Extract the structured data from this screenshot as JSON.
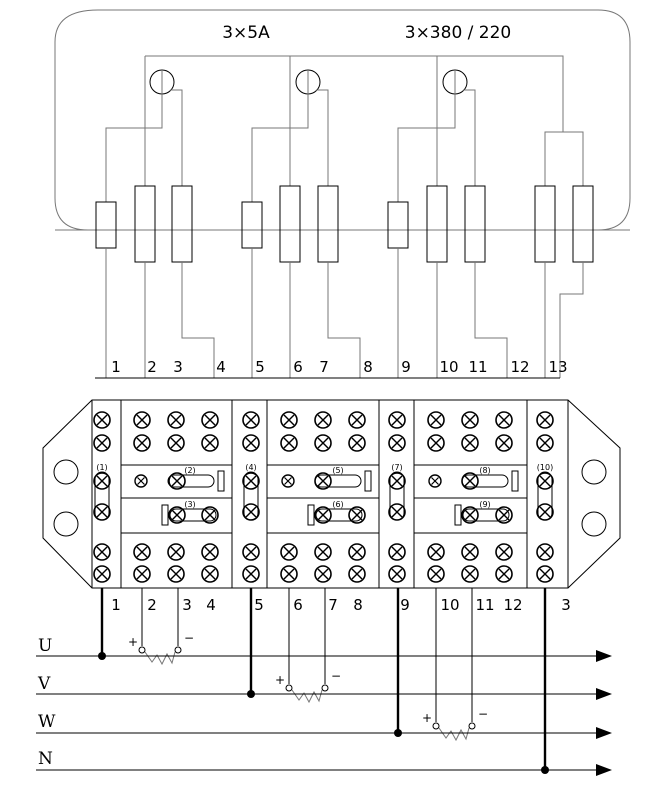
{
  "header": {
    "current_rating": "3×5A",
    "voltage_rating": "3×380 / 220"
  },
  "terminals_top": [
    "1",
    "2",
    "3",
    "4",
    "5",
    "6",
    "7",
    "8",
    "9",
    "10",
    "11",
    "12",
    "13"
  ],
  "terminals_bottom": [
    "1",
    "2",
    "3",
    "4",
    "5",
    "6",
    "7",
    "8",
    "9",
    "10",
    "11",
    "12",
    "3"
  ],
  "links": [
    "(1)",
    "(2)",
    "(3)",
    "(4)",
    "(5)",
    "(6)",
    "(7)",
    "(8)",
    "(9)",
    "(10)"
  ],
  "buses": [
    "U",
    "V",
    "W",
    "N"
  ],
  "polarity": {
    "plus": "+",
    "minus": "−"
  },
  "colors": {
    "line": "#000000",
    "wire": "#777777",
    "background": "#ffffff"
  }
}
